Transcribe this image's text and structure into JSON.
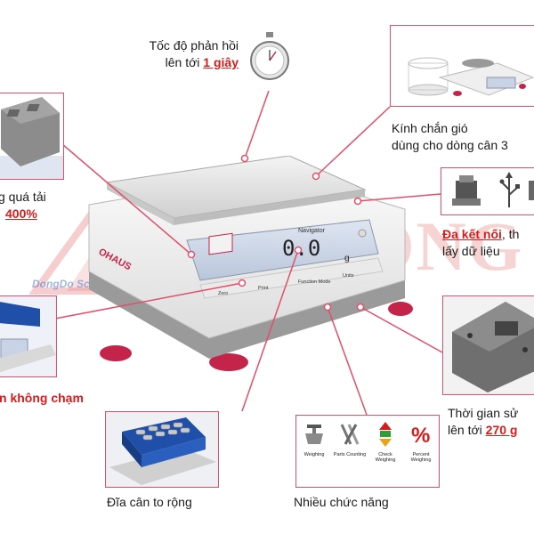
{
  "features": {
    "response": {
      "line1": "Tốc độ phản hồi",
      "line2_prefix": "lên tới ",
      "highlight": "1 giây"
    },
    "windshield": {
      "line1": "Kính chắn gió",
      "line2": "dùng cho dòng cân 3"
    },
    "overload": {
      "line1": "g quá tải",
      "highlight": "400%"
    },
    "connectivity": {
      "highlight": "Đa kết nối",
      "line1_suffix": ", th",
      "line2": "lấy dữ liệu"
    },
    "touchless": {
      "text": "n không chạm"
    },
    "battery": {
      "line1": "Thời gian sử",
      "line2_prefix": "lên tới ",
      "highlight": "270 g"
    },
    "pan": {
      "text": "Đĩa cân to rộng"
    },
    "functions": {
      "text": "Nhiều chức năng",
      "items": [
        {
          "label": "Weighing",
          "icon": "weighing-icon"
        },
        {
          "label": "Parts Counting",
          "icon": "parts-counting-icon"
        },
        {
          "label": "Check Weighing",
          "icon": "check-weighing-icon"
        },
        {
          "label": "Percent Weighing",
          "icon": "percent-icon"
        }
      ]
    }
  },
  "watermark": {
    "big": "CÂN ĐÔNG Đ",
    "small": "DongDo Scale"
  },
  "scale": {
    "brand": "OHAUS",
    "model": "Navigator",
    "display": "0.0",
    "unit": "g",
    "buttons": [
      "Zero",
      "Print",
      "Function Mode",
      "Units"
    ]
  },
  "colors": {
    "accent": "#d81b1b",
    "connector": "#e0506b"
  }
}
